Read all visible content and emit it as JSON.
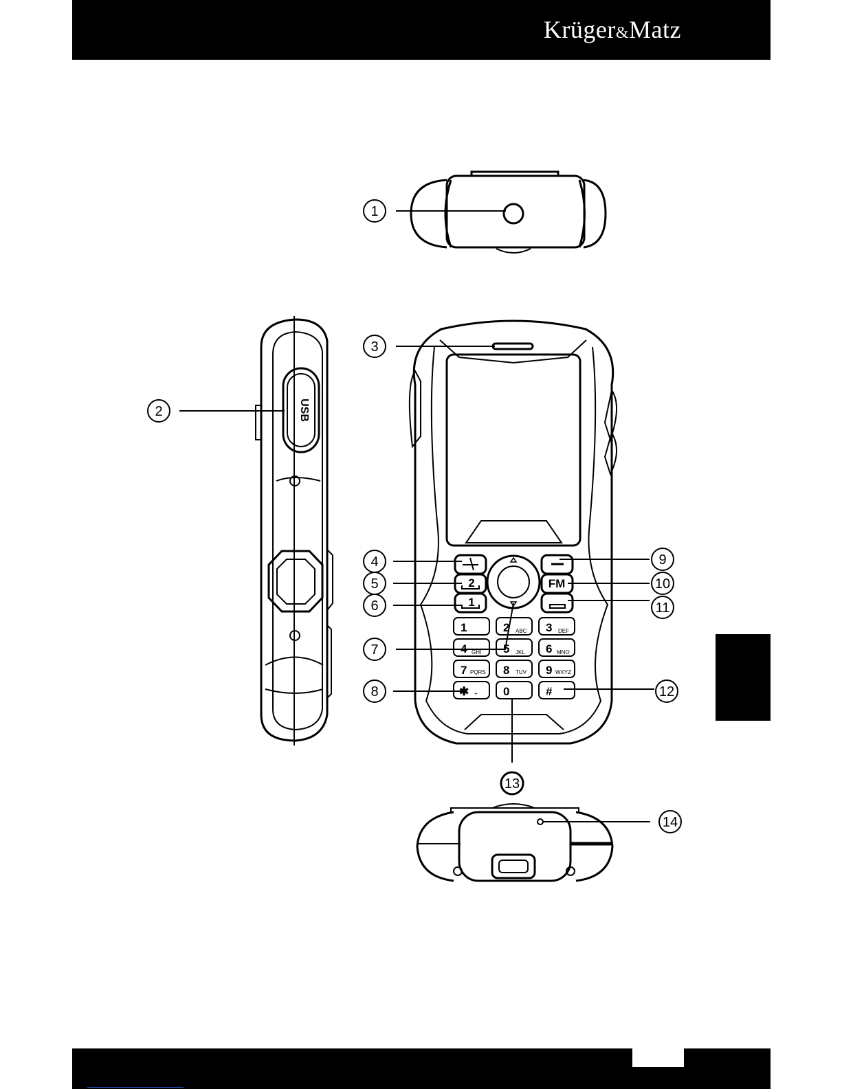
{
  "header": {
    "brand_main": "Krüger",
    "brand_amp": "&",
    "brand_tail": "Matz"
  },
  "side_view": {
    "usb_label": "USB"
  },
  "callouts": [
    "1",
    "2",
    "3",
    "4",
    "5",
    "6",
    "7",
    "8",
    "9",
    "10",
    "11",
    "12",
    "13",
    "14"
  ],
  "soft_keys": {
    "sim2": "2",
    "sim1": "1",
    "fm": "FM"
  },
  "keypad": [
    {
      "num": "1",
      "sub": ""
    },
    {
      "num": "2",
      "sub": "ABC"
    },
    {
      "num": "3",
      "sub": "DEF"
    },
    {
      "num": "4",
      "sub": "GHI"
    },
    {
      "num": "5",
      "sub": "JKL"
    },
    {
      "num": "6",
      "sub": "MNO"
    },
    {
      "num": "7",
      "sub": "PQRS"
    },
    {
      "num": "8",
      "sub": "TUV"
    },
    {
      "num": "9",
      "sub": "WXYZ"
    },
    {
      "num": "✱",
      "sub": "+"
    },
    {
      "num": "0",
      "sub": ""
    },
    {
      "num": "#",
      "sub": ""
    }
  ],
  "colors": {
    "band": "#000000",
    "ink": "#000000",
    "paper": "#ffffff"
  }
}
